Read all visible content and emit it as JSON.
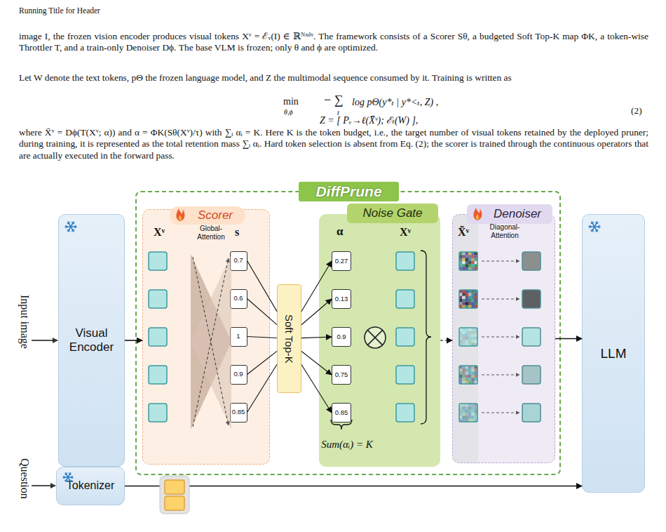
{
  "diagram": {
    "nodes": [
      {
        "text": [
          "Visual Encoder"
        ]
      },
      {
        "text": [
          "DiffPrune"
        ]
      },
      {
        "text": [
          "Scorer"
        ],
        "in": 1
      },
      {
        "text": [
          "0.7"
        ],
        "in": 2
      },
      {
        "text": [
          "0.6"
        ],
        "in": 2
      },
      {
        "text": [
          "1"
        ],
        "in": 2
      },
      {
        "text": [
          "0.9"
        ],
        "in": 2
      },
      {
        "text": [
          "0.85"
        ],
        "in": 2
      },
      {
        "text": [
          "Soft Top-K"
        ],
        "in": 1
      },
      {
        "text": [
          "Noise Gate"
        ],
        "in": 1
      },
      {
        "text": [
          "0.27"
        ],
        "in": 9
      },
      {
        "text": [
          "0.13"
        ],
        "in": 9
      },
      {
        "text": [
          "0.9"
        ],
        "in": 9
      },
      {
        "text": [
          "0.75"
        ],
        "in": 9
      },
      {
        "text": [
          "0.85"
        ],
        "in": 9
      },
      {
        "text": [
          "Denoiser"
        ],
        "in": 1
      },
      {
        "text": [
          "LLM"
        ]
      },
      {
        "text": [
          "Tokenizer"
        ]
      }
    ],
    "edges": [
      {
        "from": 0,
        "to": 2,
        "arrow": "to"
      },
      {
        "from": 3,
        "to": 8,
        "arrow": "none"
      },
      {
        "from": 4,
        "to": 8,
        "arrow": "none"
      },
      {
        "from": 5,
        "to": 8,
        "arrow": "none"
      },
      {
        "from": 6,
        "to": 8,
        "arrow": "none"
      },
      {
        "from": 7,
        "to": 8,
        "arrow": "none"
      },
      {
        "from": 8,
        "to": 10,
        "arrow": "to"
      },
      {
        "from": 8,
        "to": 11,
        "arrow": "to"
      },
      {
        "from": 8,
        "to": 12,
        "arrow": "to"
      },
      {
        "from": 8,
        "to": 13,
        "arrow": "to"
      },
      {
        "from": 8,
        "to": 14,
        "arrow": "to"
      },
      {
        "from": 9,
        "to": 15,
        "arrow": "to"
      },
      {
        "from": 15,
        "to": 16,
        "arrow": "to"
      },
      {
        "from": 17,
        "to": 16,
        "arrow": "to"
      }
    ],
    "labels": [
      "Running Title for Header",
      "image I, the frozen vision encoder produces visual tokens Xᵛ = ℰᵥ(I) ∈ ℝᴺˣᵈᵛ. The framework consists of a Scorer Sθ, a budgeted Soft Top-K map ΦK, a token-wise Throttler T, and a train-only Denoiser Dϕ. The base VLM is frozen; only θ and ϕ are optimized.",
      "Let W denote the text tokens, pΘ the frozen language model, and Z the multimodal sequence consumed by it. Training is written as",
      "min",
      "θ,ϕ",
      "− ∑",
      "t",
      "log pΘ(y*ₜ | y*<ₜ, Z) ,",
      "Z = [ Pᵥ→ℓ(X̄ᵛ); ℰₜ(W) ],",
      "(2)",
      "where X̄ᵛ = Dϕ(T(Xᵛ; α)) and α = ΦK(Sθ(Xᵛ)/τ) with ∑ᵢ αᵢ = K. Here K is the token budget, i.e., the target number of visual tokens retained by the deployed pruner; during training, it is represented as the total retention mass ∑ᵢ αᵢ. Hard token selection is absent from Eq. (2); the scorer is trained through the continuous operators that are actually executed in the forward pass.",
      "Input image",
      "Question",
      "Xᵛ",
      "Global-Attention",
      "s",
      "α",
      "Xᵛ",
      "X̃ᵛ",
      "Diagonal-Attention",
      "Sum(αᵢ) = K"
    ]
  }
}
